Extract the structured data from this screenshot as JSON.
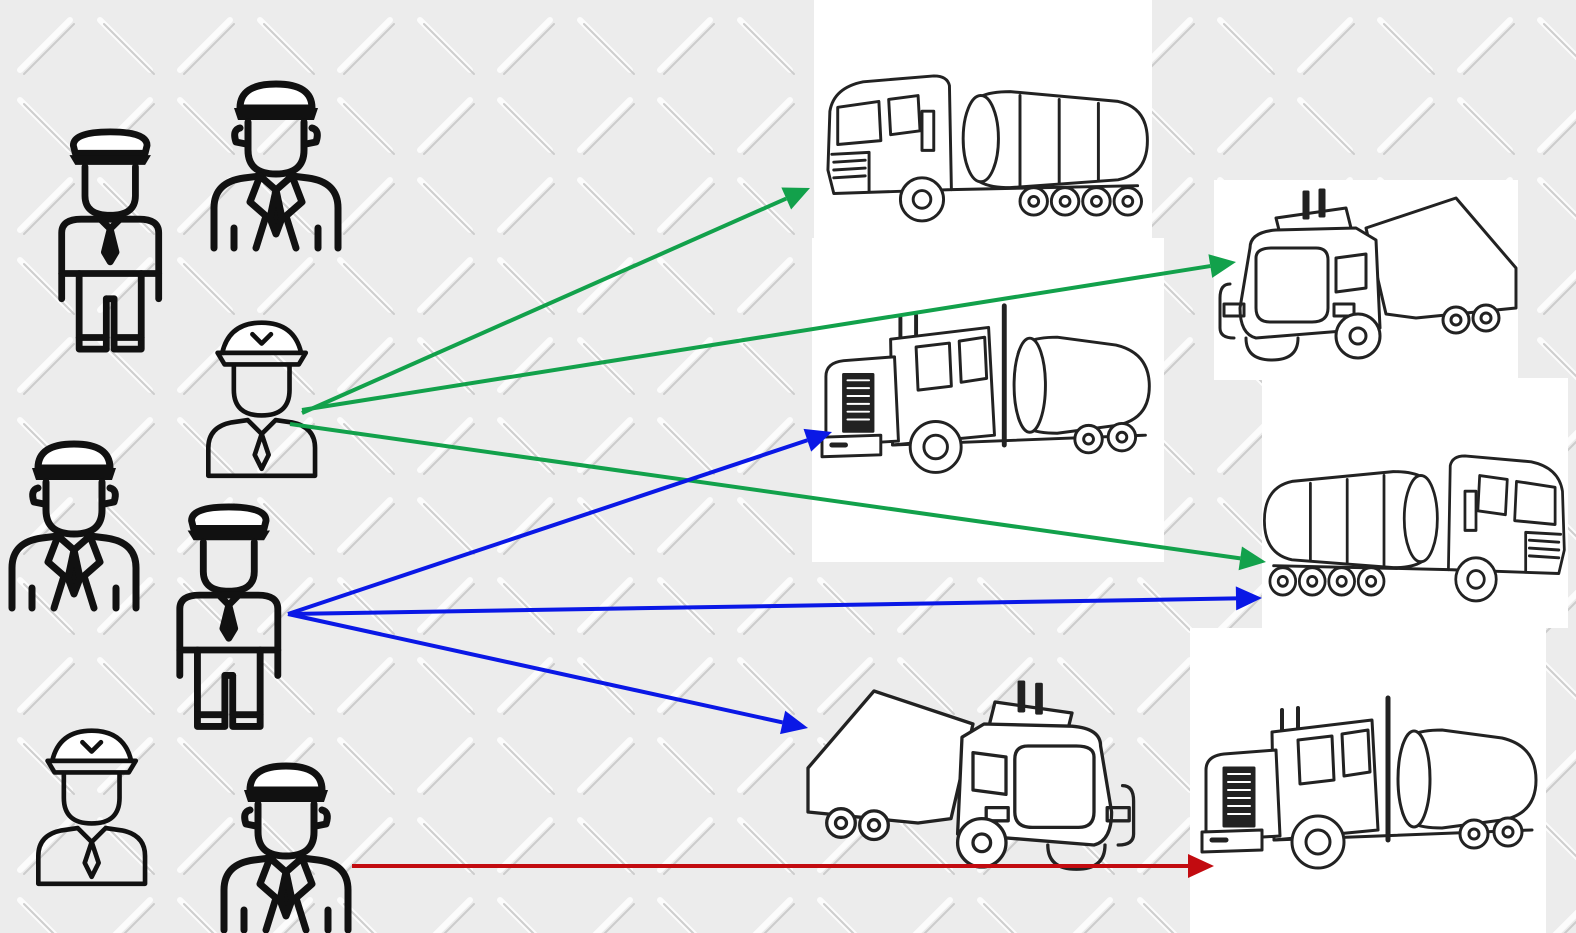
{
  "diagram": {
    "background": {
      "pattern": "diamond-plate",
      "base_color": "#ededed"
    },
    "drivers": [
      {
        "id": "driver-1",
        "style": "standing-tie"
      },
      {
        "id": "driver-2",
        "style": "bust-suit"
      },
      {
        "id": "driver-3",
        "style": "pilot-bust"
      },
      {
        "id": "driver-4",
        "style": "bust-suit"
      },
      {
        "id": "driver-5",
        "style": "standing-tie"
      },
      {
        "id": "driver-6",
        "style": "pilot-bust"
      },
      {
        "id": "driver-7",
        "style": "bust-suit"
      }
    ],
    "trucks": [
      {
        "id": "truck-1",
        "style": "cab-over-tanker",
        "facing": "left"
      },
      {
        "id": "truck-2",
        "style": "semi-trailer",
        "facing": "left"
      },
      {
        "id": "truck-3",
        "style": "conventional-tanker",
        "facing": "left"
      },
      {
        "id": "truck-4",
        "style": "cab-over-tanker",
        "facing": "right"
      },
      {
        "id": "truck-5",
        "style": "semi-trailer",
        "facing": "right"
      },
      {
        "id": "truck-6",
        "style": "conventional-tanker",
        "facing": "left"
      }
    ],
    "assignments": [
      {
        "from": "driver-3",
        "to": "truck-1",
        "color": "#12a14b"
      },
      {
        "from": "driver-3",
        "to": "truck-2",
        "color": "#12a14b"
      },
      {
        "from": "driver-3",
        "to": "truck-4",
        "color": "#12a14b"
      },
      {
        "from": "driver-5",
        "to": "truck-3",
        "color": "#0a18e6"
      },
      {
        "from": "driver-5",
        "to": "truck-4",
        "color": "#0a18e6"
      },
      {
        "from": "driver-5",
        "to": "truck-5",
        "color": "#0a18e6"
      },
      {
        "from": "driver-7",
        "to": "truck-6",
        "color": "#c20b10"
      }
    ]
  }
}
